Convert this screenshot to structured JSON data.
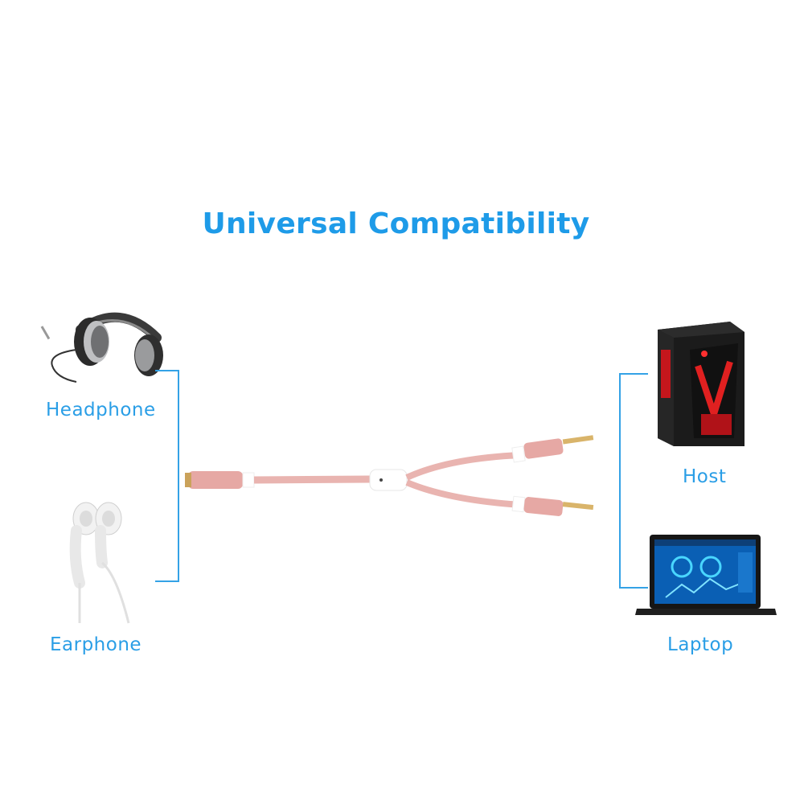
{
  "title": "Universal Compatibility",
  "devices": {
    "headphone": "Headphone",
    "earphone": "Earphone",
    "host": "Host",
    "laptop": "Laptop"
  },
  "colors": {
    "accent": "#1e9be8",
    "cable": "#e9b4b0",
    "connector": "#e6a8a4",
    "plug": "#d9b46a"
  }
}
